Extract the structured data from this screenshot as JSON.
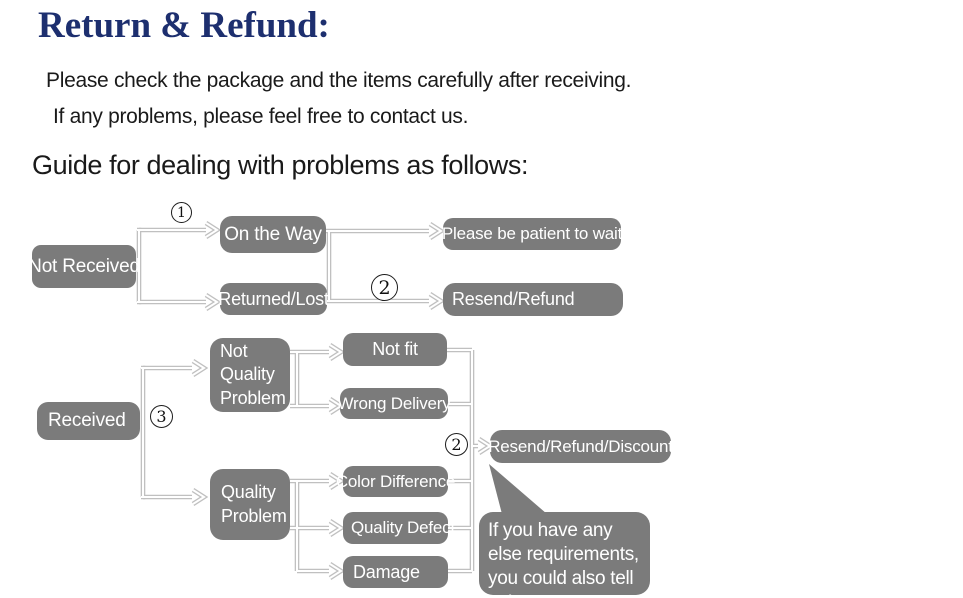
{
  "header": {
    "title": "Return & Refund:",
    "intro_line1": "Please check the package and the items carefully after receiving.",
    "intro_line2": "If any problems, please feel free to contact us.",
    "guide_heading": "Guide for dealing with problems as follows:"
  },
  "colors": {
    "title_text": "#1d2f6f",
    "node_fill": "#7b7b7b",
    "node_text": "#ffffff",
    "connector": "#c0c0c0"
  },
  "flowchart": {
    "steps": {
      "s1": "1",
      "s2_top": "2",
      "s3": "3",
      "s2_bottom": "2"
    },
    "nodes": {
      "not_received": "Not Received",
      "on_the_way": "On the Way",
      "returned_lost": "Returned/Lost",
      "please_wait": "Please be patient to wait",
      "resend_refund": "Resend/Refund",
      "received": "Received",
      "not_quality_problem": "Not Quality Problem",
      "quality_problem": "Quality Problem",
      "not_fit": "Not fit",
      "wrong_delivery": "Wrong Delivery",
      "color_difference": "Color Difference",
      "quality_defect": "Quality Defect",
      "damage": "Damage",
      "resend_refund_discount": "Resend/Refund/Discount"
    },
    "note_bubble": "If you have any else requirements, you could also tell us!"
  }
}
